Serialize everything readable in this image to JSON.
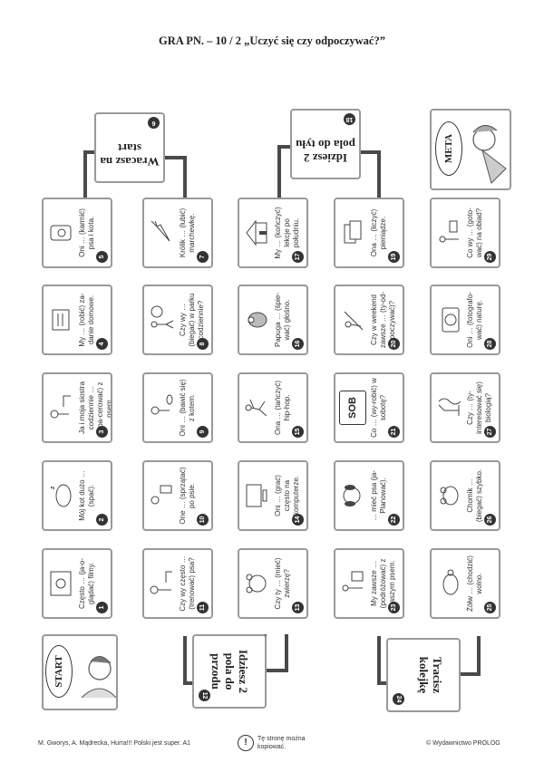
{
  "title": "GRA PN. – 10 / 2 „Uczyć się czy odpoczywać?”",
  "start": "START",
  "meta": "META",
  "tiles": [
    {
      "n": "1",
      "text": "Często … (ja-o-glądać) filmy."
    },
    {
      "n": "2",
      "text": "Mój kot dużo … (spać)."
    },
    {
      "n": "3",
      "text": "Ja i moja siostra codziennie … (spa-cerować) z psem."
    },
    {
      "n": "4",
      "text": "My … (robić) za-danie domowe."
    },
    {
      "n": "5",
      "text": "Oni … (karmić) psa i kota."
    },
    {
      "n": "6",
      "text": "Wracasz na start"
    },
    {
      "n": "7",
      "text": "Królik … (lubić) marchewkę."
    },
    {
      "n": "8",
      "text": "Czy wy … (biegać) w parku codziennie?"
    },
    {
      "n": "9",
      "text": "Oni … (bawić się) z kotem."
    },
    {
      "n": "10",
      "text": "One … (sprzątać) po psie."
    },
    {
      "n": "11",
      "text": "Czy wy często … (trenować) psa?"
    },
    {
      "n": "12",
      "text": "Idziesz 2 pola do przodu"
    },
    {
      "n": "13",
      "text": "Czy ty … (mieć) zwierzę?"
    },
    {
      "n": "14",
      "text": "Oni … (grać) często na komputerze."
    },
    {
      "n": "15",
      "text": "Ona … (tańczyć) hip-hop."
    },
    {
      "n": "16",
      "text": "Papuga … (śpie-wać) głośno."
    },
    {
      "n": "17",
      "text": "My … (kończyć) lekcje po południu."
    },
    {
      "n": "18",
      "text": "Idziesz 2 pola do tyłu"
    },
    {
      "n": "19",
      "text": "Ona … (liczyć) pieniądze."
    },
    {
      "n": "20",
      "text": "Czy w weekend zawsze … (ty-od-poczywać)?"
    },
    {
      "n": "21",
      "text": "Co … (wy-robić) w sobotę?"
    },
    {
      "n": "22",
      "text": "… mieć psa (ja- Planować)."
    },
    {
      "n": "23",
      "text": "My zawsze … (podróżować) z naszym psem."
    },
    {
      "n": "24",
      "text": "Tracisz kolejkę"
    },
    {
      "n": "25",
      "text": "Żółw … (chodzić) wolno."
    },
    {
      "n": "26",
      "text": "Chomik … (biegać) szybko."
    },
    {
      "n": "27",
      "text": "Czy … (ty-interesować się) biologią?"
    },
    {
      "n": "28",
      "text": "Oni … (fotografo-wać) naturę."
    },
    {
      "n": "29",
      "text": "Co wy … (goto-wać) na obiad?"
    }
  ],
  "sob": "SOB",
  "footer": {
    "left": "M. Gworys, A. Mądrecka, Hurra!!! Polski jest super. A1",
    "center": "Tę stronę można kopiować.",
    "right": "© Wydawnictwo PROLOG"
  }
}
